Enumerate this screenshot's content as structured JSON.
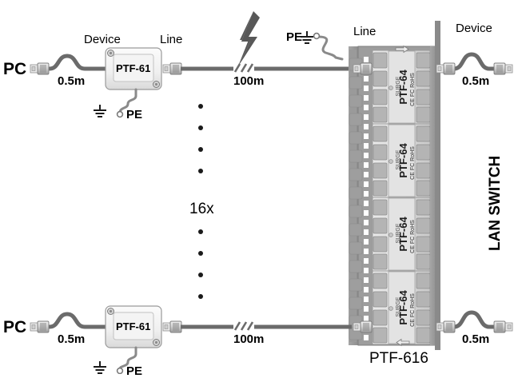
{
  "diagram": {
    "title": "PTF-616 rack-mount network surge protection wiring diagram",
    "colors": {
      "cable": "#6b6b6b",
      "panel_rail": "#9a9a9a",
      "panel_dark": "#7d7d7d",
      "module_body": "#d8d8d8",
      "module_edge": "#a8a8a8",
      "text": "#000000",
      "connector_light": "#e8e8e8",
      "connector_mid": "#b5b5b5"
    }
  },
  "labels": {
    "pc_top": "PC",
    "pc_bottom": "PC",
    "device_left_top": "Device",
    "line_left_top": "Line",
    "device_right_top": "Device",
    "line_right_top": "Line",
    "len_left_top": "0.5m",
    "len_left_bottom": "0.5m",
    "len_right_top": "0.5m",
    "len_right_bottom": "0.5m",
    "len_mid_top": "100m",
    "len_mid_bottom": "100m",
    "pe_left_top": "PE",
    "pe_left_bottom": "PE",
    "pe_panel": "PE",
    "module_left_top": "PTF-61",
    "module_left_bottom": "PTF-61",
    "panel_name": "PTF-616",
    "lan_switch": "LAN SWITCH",
    "repeat_count": "16x"
  },
  "panel_modules": [
    {
      "name": "PTF-64",
      "marks": [
        "CE",
        "FCC RoHS"
      ]
    },
    {
      "name": "PTF-64",
      "marks": [
        "CE",
        "FCC RoHS"
      ]
    },
    {
      "name": "PTF-64",
      "marks": [
        "CE",
        "FCC RoHS"
      ]
    },
    {
      "name": "PTF-64",
      "marks": [
        "CE",
        "FCC RoHS"
      ]
    }
  ],
  "ellipsis_dots": {
    "above_count": 4,
    "below_count": 4
  }
}
